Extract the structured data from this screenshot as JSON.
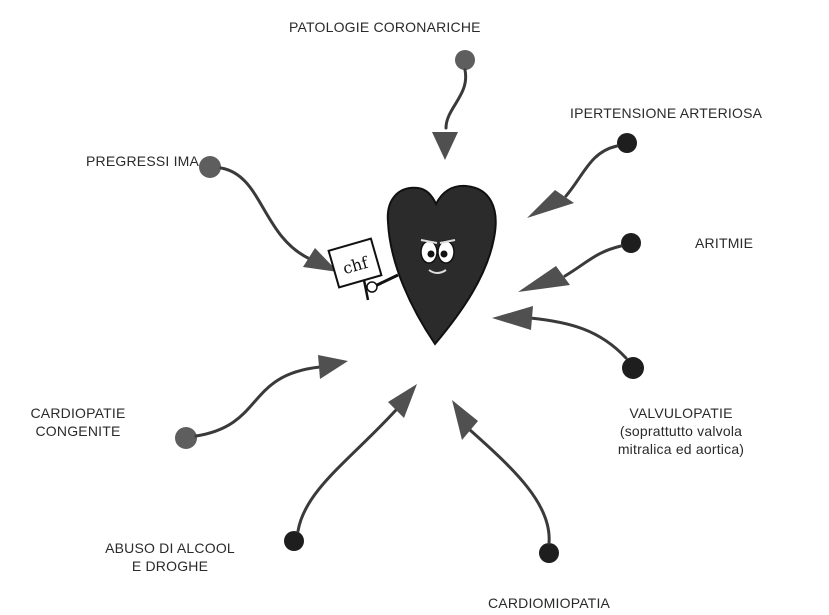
{
  "heart": {
    "sign_text": "chf"
  },
  "causes": {
    "patologie_coronariche": {
      "label": "PATOLOGIE CORONARICHE"
    },
    "ipertensione_arteriosa": {
      "label": "IPERTENSIONE ARTERIOSA"
    },
    "aritmie": {
      "label": "ARITMIE"
    },
    "valvulopatie": {
      "line1": "VALVULOPATIE",
      "line2": "(soprattutto valvola",
      "line3": "mitralica  ed aortica)"
    },
    "cardiomiopatia": {
      "label": "CARDIOMIOPATIA"
    },
    "abuso_alcool": {
      "line1": "ABUSO DI ALCOOL",
      "line2": "E DROGHE"
    },
    "cardiopatie_congenite": {
      "line1": "CARDIOPATIE",
      "line2": "CONGENITE"
    },
    "pregressi_ima": {
      "label": "PREGRESSI IMA"
    }
  },
  "colors": {
    "ink": "#1e1e1e",
    "dot_grey": "#5e5e5e",
    "heart_fill": "#2b2b2b",
    "text": "#2a2a2a"
  }
}
